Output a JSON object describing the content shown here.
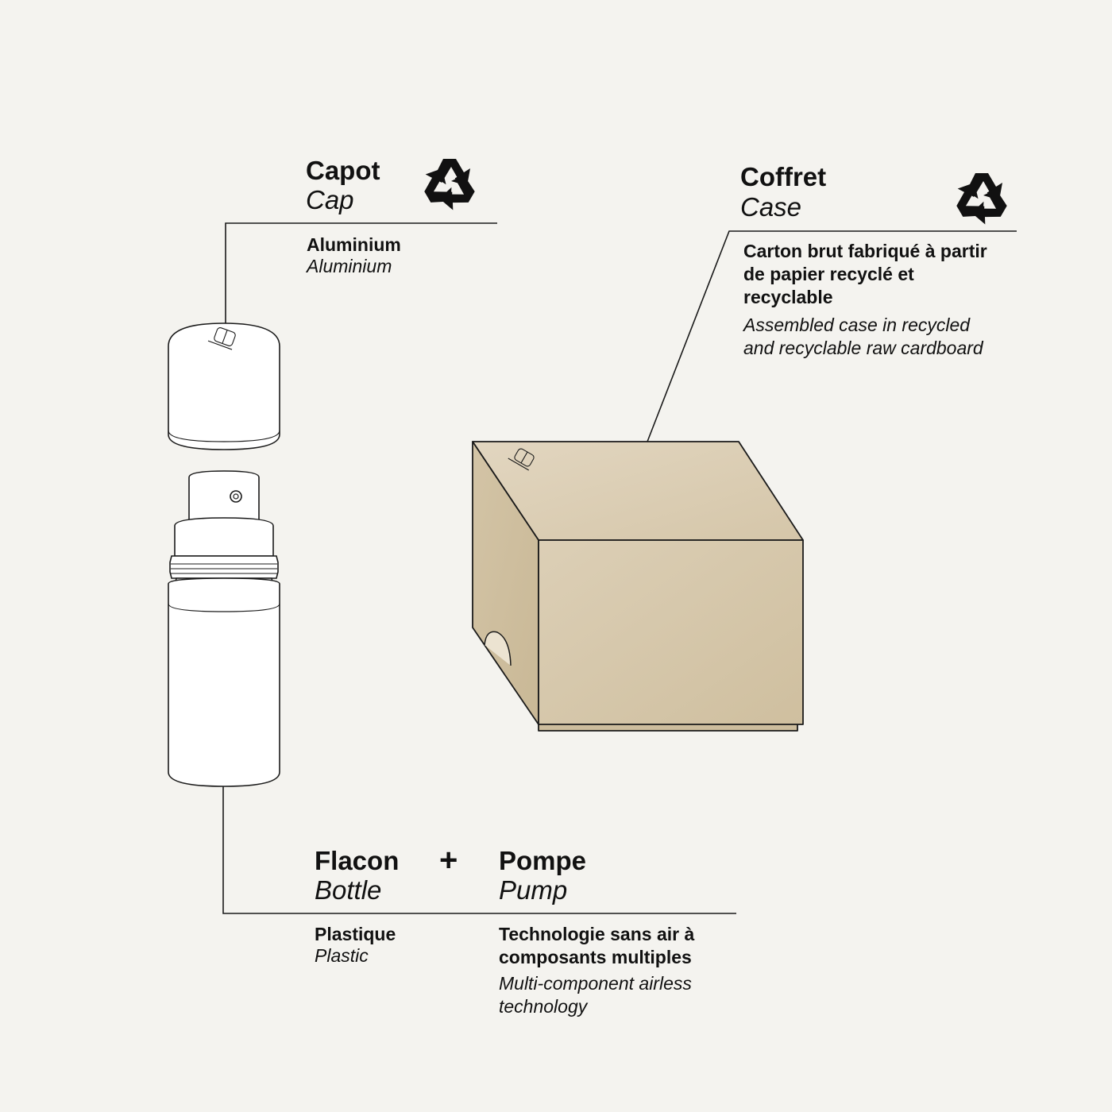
{
  "cap": {
    "title_fr": "Capot",
    "title_en": "Cap",
    "material_fr": "Aluminium",
    "material_en": "Aluminium",
    "icon": "recycle-icon"
  },
  "case": {
    "title_fr": "Coffret",
    "title_en": "Case",
    "material_fr_lines": [
      "Carton brut fabriqué à partir",
      "de papier recyclé et",
      "recyclable"
    ],
    "material_en_lines": [
      "Assembled case in recycled",
      "and recyclable raw cardboard"
    ],
    "icon": "recycle-icon"
  },
  "bottle": {
    "title_fr": "Flacon",
    "title_en": "Bottle",
    "material_fr": "Plastique",
    "material_en": "Plastic"
  },
  "plus": "+",
  "pump": {
    "title_fr": "Pompe",
    "title_en": "Pump",
    "material_fr_lines": [
      "Technologie sans air à",
      "composants multiples"
    ],
    "material_en_lines": [
      "Multi-component airless",
      "technology"
    ]
  },
  "colors": {
    "background": "#f4f3ef",
    "cardboard": "#d6c7ab",
    "line": "#1a1a1a",
    "white": "#ffffff"
  }
}
